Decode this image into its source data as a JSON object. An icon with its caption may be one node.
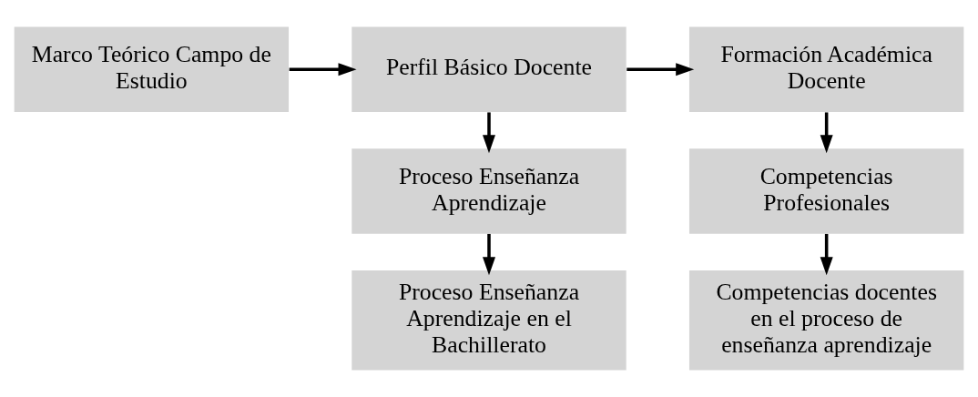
{
  "diagram": {
    "nodes": [
      {
        "text": [
          "Marco Teórico Campo de Estudio"
        ]
      },
      {
        "text": [
          "Perfil Básico Docente"
        ]
      },
      {
        "text": [
          "Formación Académica Docente"
        ]
      },
      {
        "text": [
          "Proceso Enseñanza Aprendizaje"
        ]
      },
      {
        "text": [
          "Proceso Enseñanza Aprendizaje en el Bachillerato"
        ]
      },
      {
        "text": [
          "Competencias Profesionales"
        ]
      },
      {
        "text": [
          "Competencias docentes en el proceso de enseñanza aprendizaje"
        ]
      }
    ],
    "edges": [
      {
        "from": 0,
        "to": 1,
        "arrow": "to"
      },
      {
        "from": 1,
        "to": 2,
        "arrow": "to"
      },
      {
        "from": 1,
        "to": 3,
        "arrow": "to"
      },
      {
        "from": 3,
        "to": 4,
        "arrow": "to"
      },
      {
        "from": 2,
        "to": 5,
        "arrow": "to"
      },
      {
        "from": 5,
        "to": 6,
        "arrow": "to"
      }
    ]
  }
}
